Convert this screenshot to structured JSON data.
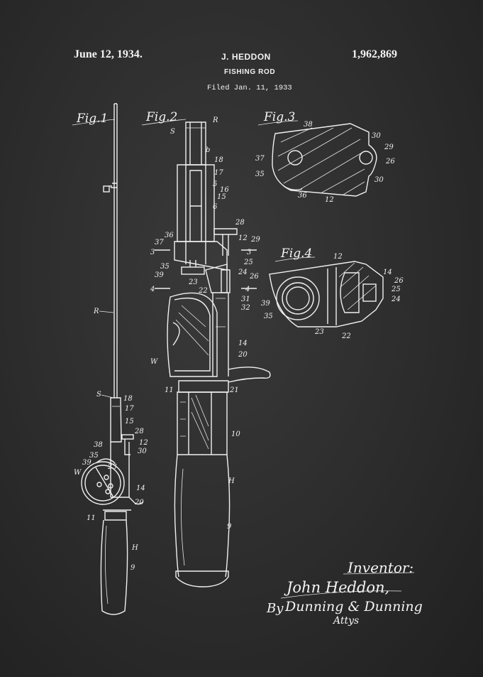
{
  "header": {
    "date": "June 12, 1934.",
    "inventor_name": "J. HEDDON",
    "patent_number": "1,962,869",
    "title": "FISHING ROD",
    "filed": "Filed Jan. 11, 1933"
  },
  "figures": {
    "fig1": "Fig.1",
    "fig2": "Fig.2",
    "fig3": "Fig.3",
    "fig4": "Fig.4"
  },
  "signature": {
    "inventor_label": "Inventor:",
    "name": "John Heddon,",
    "by": "By",
    "attorneys": "Dunning & Dunning",
    "attys_label": "Attys"
  },
  "ref_numerals": {
    "fig1": [
      "R",
      "S",
      "18",
      "17",
      "15",
      "38",
      "28",
      "12",
      "35",
      "30",
      "39",
      "23",
      "W",
      "14",
      "20",
      "11",
      "H",
      "9"
    ],
    "fig2": [
      "R",
      "S",
      "b",
      "18",
      "17",
      "5",
      "16",
      "15",
      "6",
      "28",
      "36",
      "37",
      "12",
      "29",
      "3",
      "3",
      "35",
      "25",
      "39",
      "24",
      "23",
      "26",
      "4",
      "4",
      "22",
      "31",
      "32",
      "14",
      "W",
      "20",
      "11",
      "21",
      "10",
      "H",
      "9"
    ],
    "fig3": [
      "38",
      "30",
      "29",
      "37",
      "26",
      "35",
      "36",
      "12",
      "30"
    ],
    "fig4": [
      "12",
      "14",
      "26",
      "25",
      "39",
      "24",
      "35",
      "23",
      "22"
    ]
  }
}
